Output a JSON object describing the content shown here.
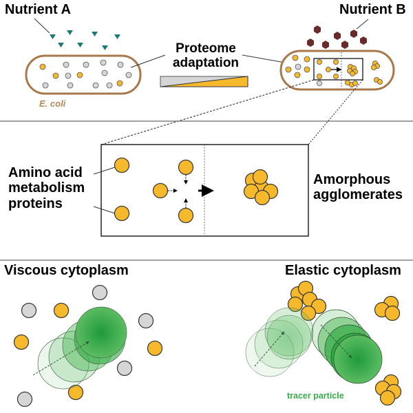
{
  "colors": {
    "cell_wall": "#a8784a",
    "yellow_protein": "#f6b92c",
    "grey_protein": "#d6d6d6",
    "nutrient_a": "#1e7a70",
    "nutrient_b": "#6b2a2a",
    "tracer_green": "#2fa544",
    "tracer_label": "#3aaa4a",
    "ecoli_label": "#b08856"
  },
  "top_panel": {
    "nutrient_a_label": "Nutrient A",
    "nutrient_b_label": "Nutrient B",
    "proteome_label_line1": "Proteome",
    "proteome_label_line2": "adaptation",
    "ecoli_label": "E. coli"
  },
  "middle_panel": {
    "left_label_line1": "Amino acid",
    "left_label_line2": "metabolism",
    "left_label_line3": "proteins",
    "right_label_line1": "Amorphous",
    "right_label_line2": "agglomerates"
  },
  "bottom_panel": {
    "left_title": "Viscous cytoplasm",
    "right_title": "Elastic cytoplasm",
    "tracer_label": "tracer particle"
  }
}
